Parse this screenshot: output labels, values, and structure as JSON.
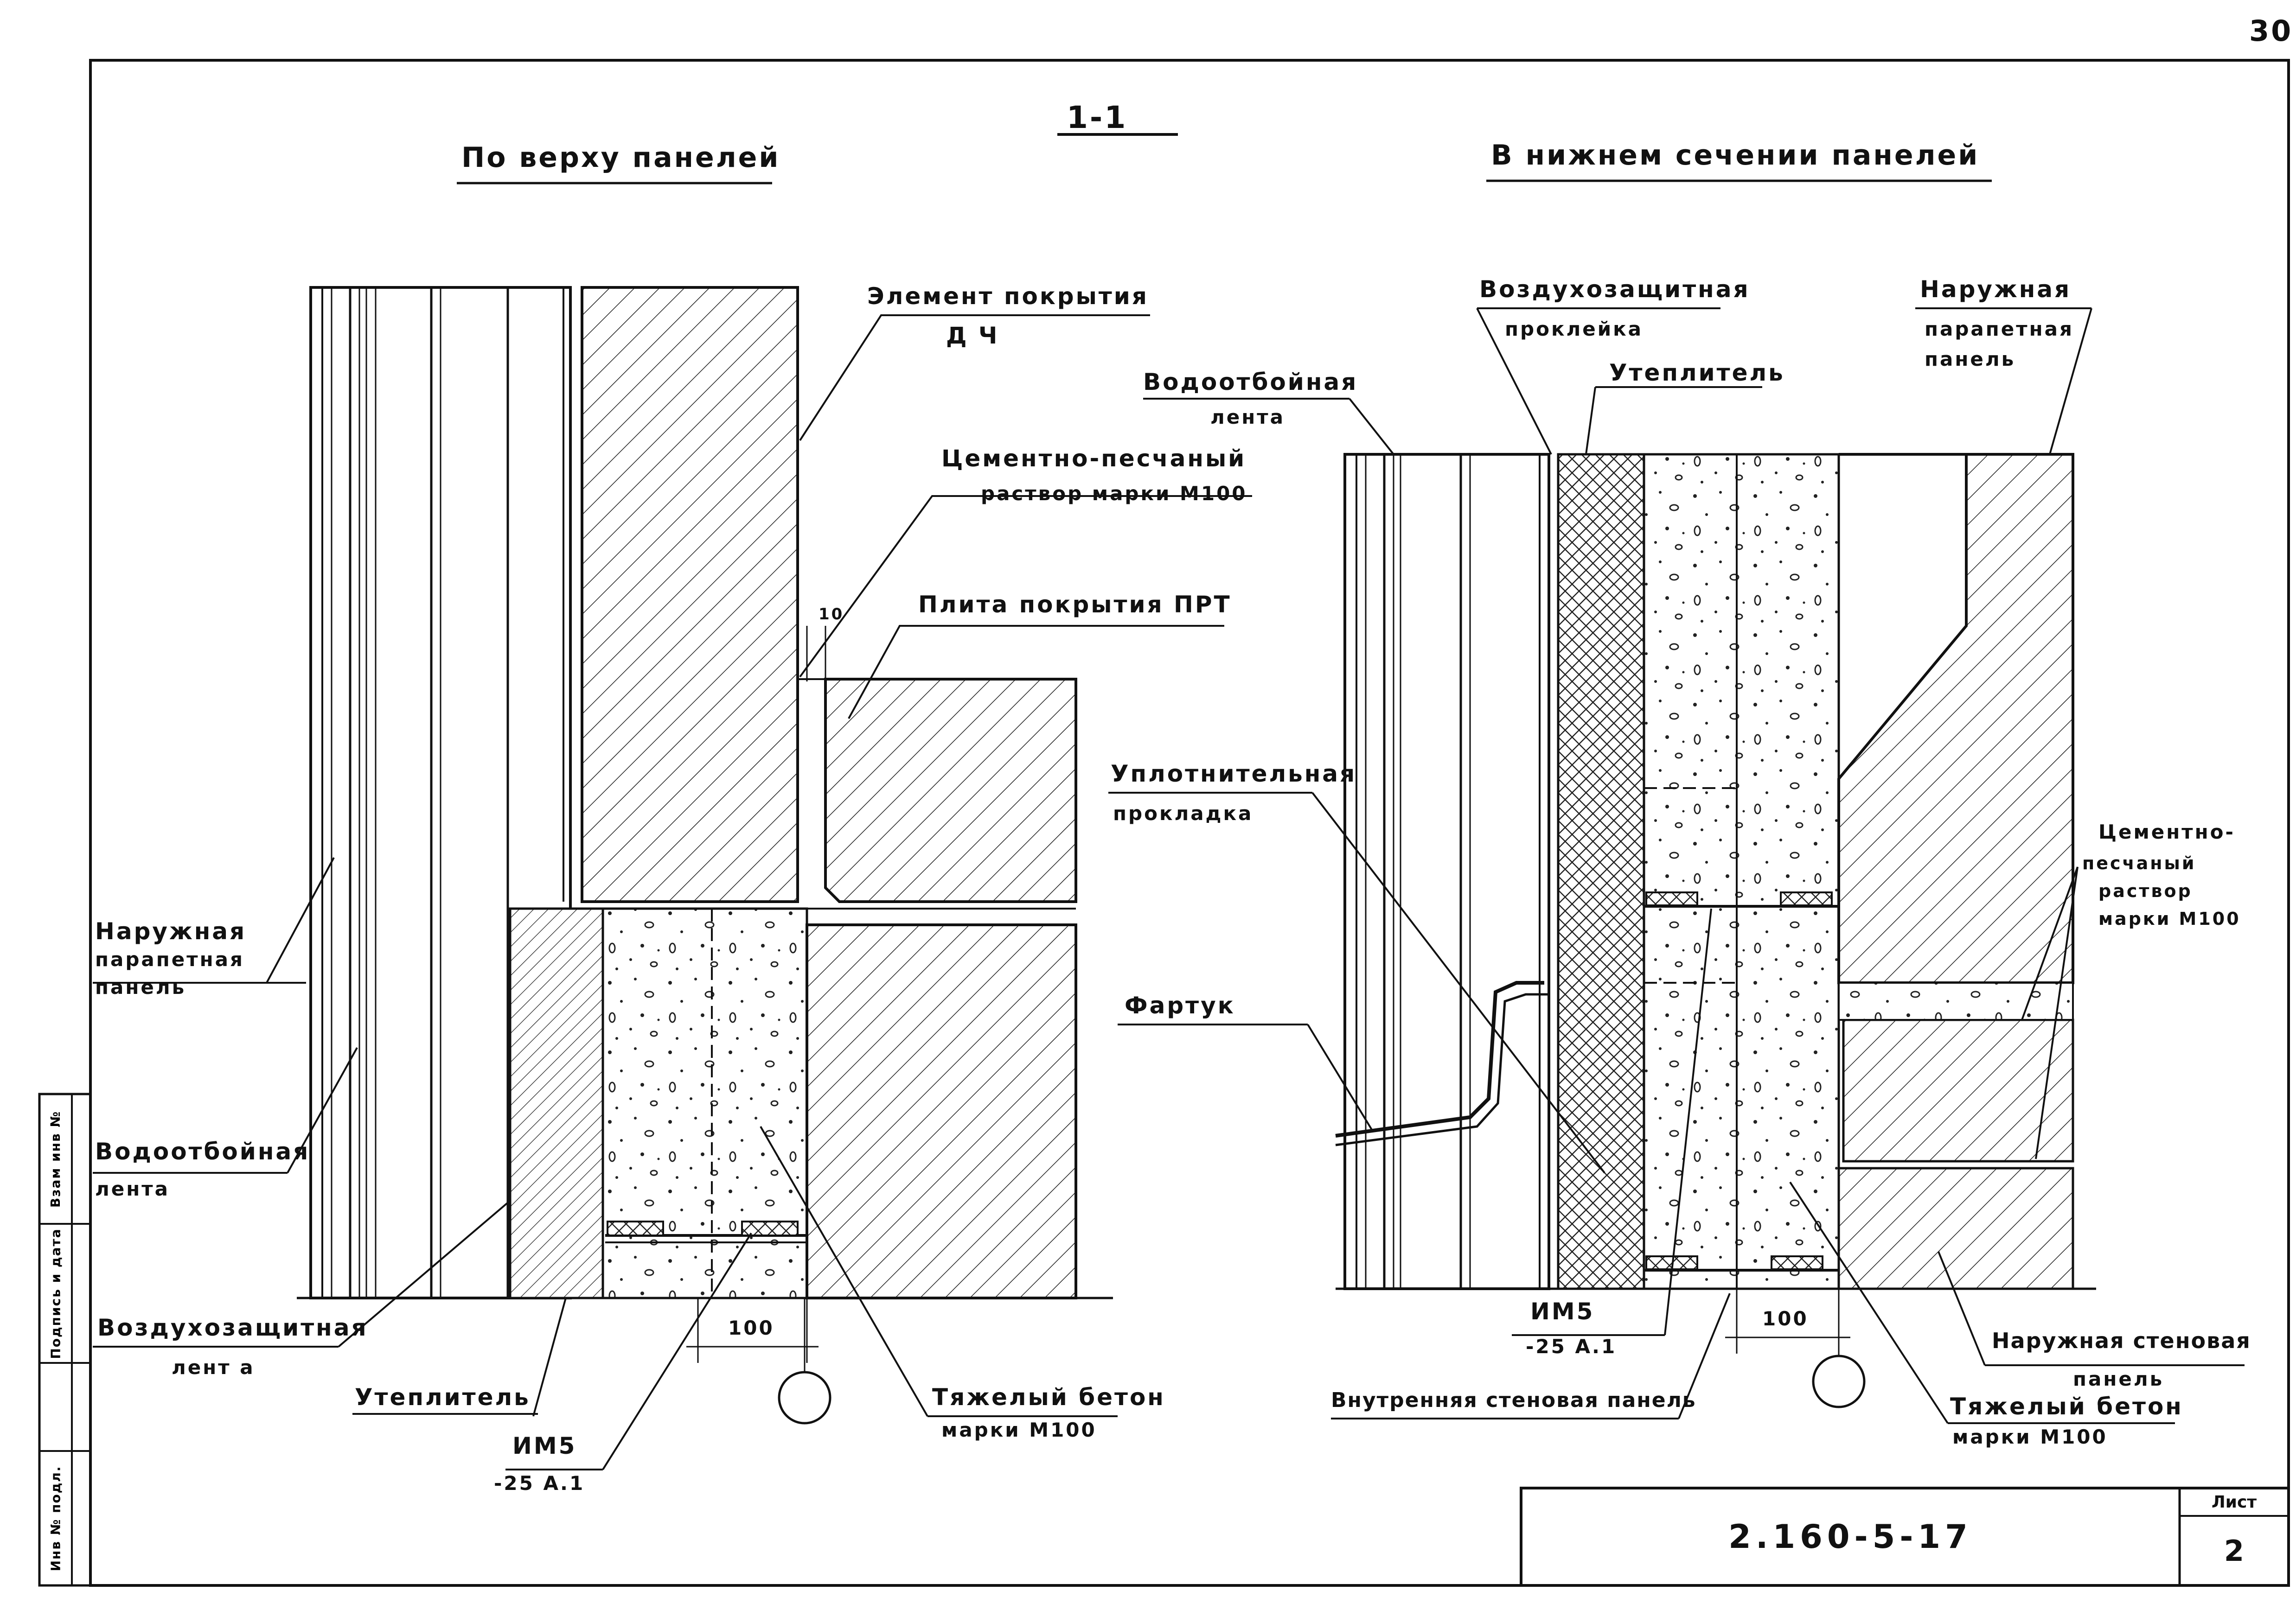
{
  "page_number": "30",
  "title_section": "1-1",
  "left_view": {
    "heading": "По верху панелей",
    "labels": {
      "roof_element": "Элемент покрытия",
      "roof_element_code": "Д Ч",
      "cement_mortar_l1": "Цементно-песчаный",
      "cement_mortar_l2": "раствор марки М100",
      "dim_10": "10",
      "roof_slab": "Плита покрытия ПРТ",
      "outer_panel_l1": "Наружная",
      "outer_panel_l2": "парапетная",
      "outer_panel_l3": "панель",
      "water_tape_l1": "Водоотбойная",
      "water_tape_l2": "лента",
      "air_tape_l1": "Воздухозащитная",
      "air_tape_l2": "лент а",
      "insulation": "Утеплитель",
      "im5_l1": "ИМ5",
      "im5_l2": "-25 А.1",
      "dim_100": "100",
      "heavy_concrete_l1": "Тяжелый бетон",
      "heavy_concrete_l2": "марки М100"
    }
  },
  "right_view": {
    "heading": "В нижнем сечении панелей",
    "labels": {
      "air_seal_l1": "Воздухозащитная",
      "air_seal_l2": "проклейка",
      "insulation": "Утеплитель",
      "water_tape_l1": "Водоотбойная",
      "water_tape_l2": "лента",
      "outer_panel_l1": "Наружная",
      "outer_panel_l2": "парапетная",
      "outer_panel_l3": "панель",
      "gasket_l1": "Уплотнительная",
      "gasket_l2": "прокладка",
      "apron": "Фартук",
      "cement_l1": "Цементно-",
      "cement_l2": "песчаный",
      "cement_l3": "раствор",
      "cement_l4": "марки М100",
      "im5_l1": "ИМ5",
      "im5_l2": "-25 А.1",
      "dim_100": "100",
      "inner_wall": "Внутренняя стеновая панель",
      "outer_wall_l1": "Наружная стеновая",
      "outer_wall_l2": "панель",
      "heavy_concrete_l1": "Тяжелый бетон",
      "heavy_concrete_l2": "марки М100"
    }
  },
  "sidebar": {
    "inv_no": "Инв № подл.",
    "sign_date": "Подпись и дата",
    "replace_inv": "Взам инв №"
  },
  "title_block": {
    "doc_code": "2.160-5-17",
    "sheet_label": "Лист",
    "sheet_number": "2"
  }
}
